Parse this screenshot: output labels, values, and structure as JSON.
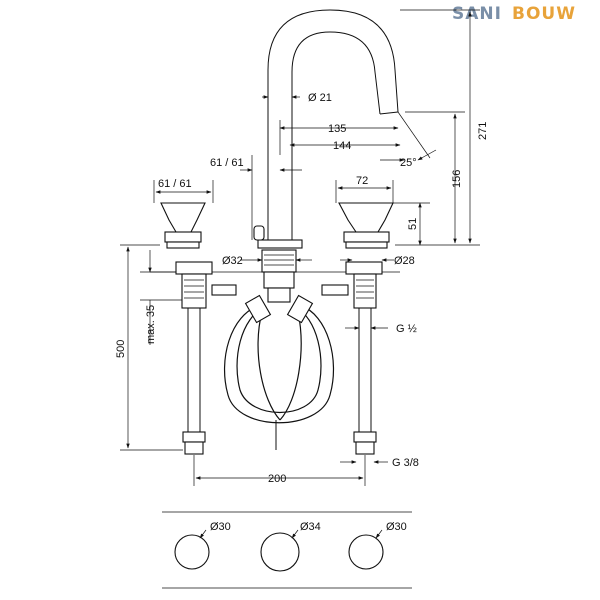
{
  "logo": {
    "brand_left": "SANI",
    "brand_right": "BOUW",
    "color_left": "#7a8fa8",
    "color_right": "#e8a33a"
  },
  "dimensions": {
    "pipe_diameter": "Ø 21",
    "reach_135": "135",
    "reach_144": "144",
    "angle_25": "25°",
    "spout_height_271": "271",
    "spout_height_156": "156",
    "handle_spacing_top": "61 / 61",
    "handle_width_left": "61 / 61",
    "handle_width_right": "72",
    "handle_height_51": "51",
    "shank_32": "Ø32",
    "shank_28": "Ø28",
    "max_35": "max. 35",
    "overall_500": "500",
    "thread_g_half": "G ½",
    "thread_g_3_8": "G 3/8",
    "spacing_200": "200",
    "hole_30_left": "Ø30",
    "hole_34": "Ø34",
    "hole_30_right": "Ø30"
  }
}
